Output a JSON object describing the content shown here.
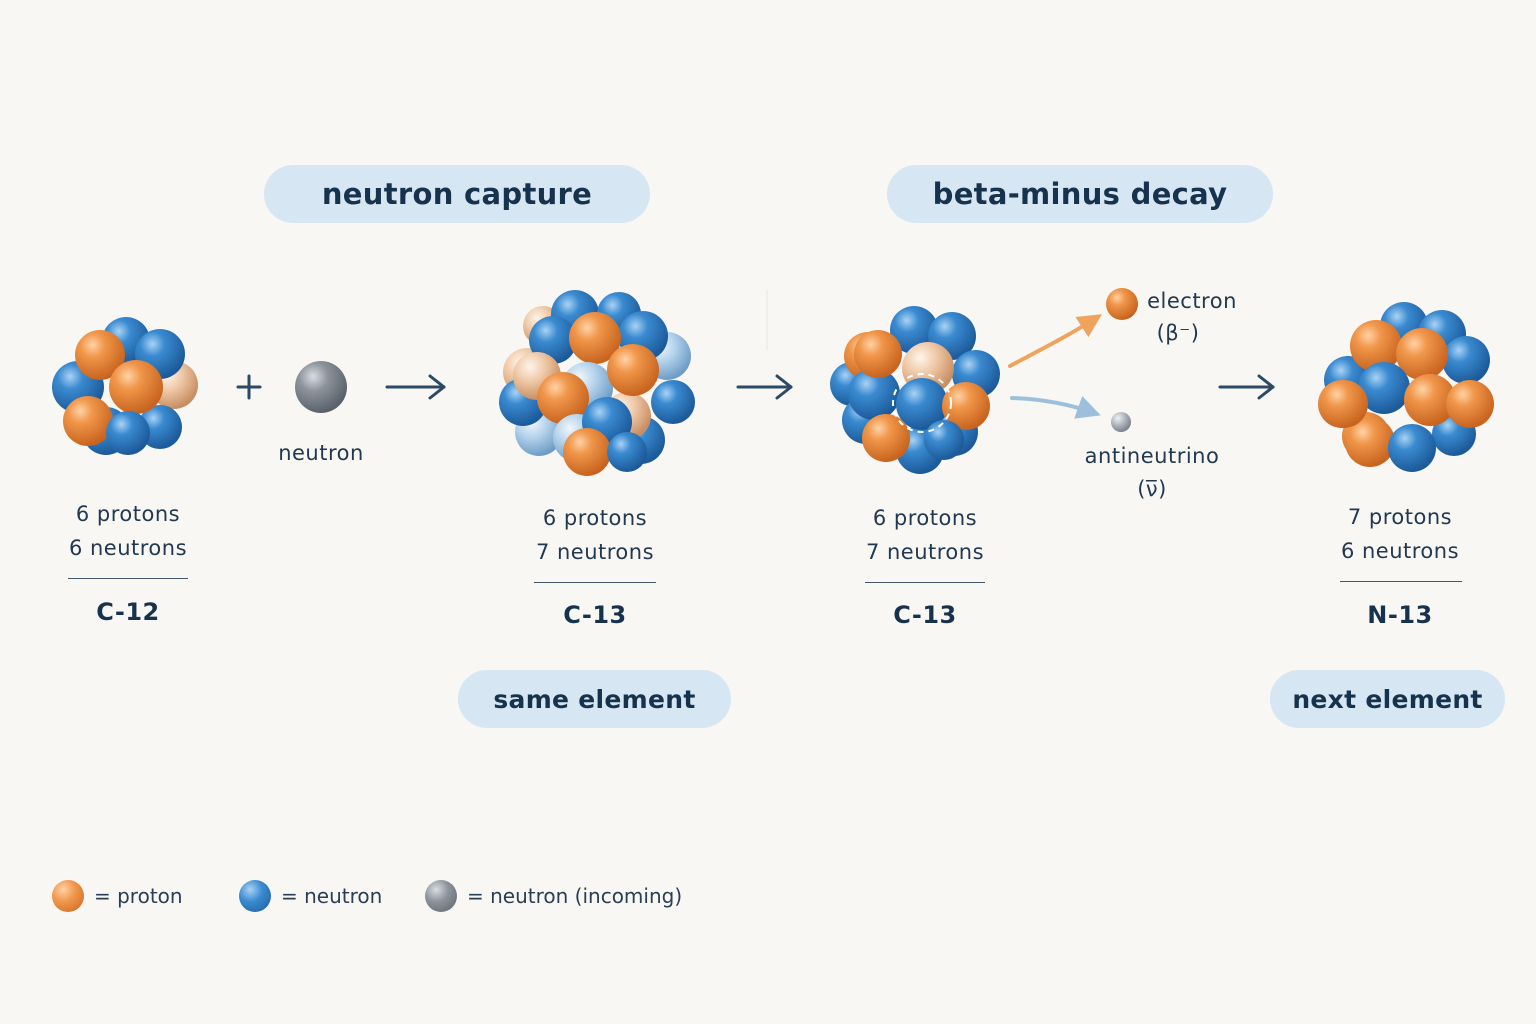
{
  "processes": {
    "capture_label": "neutron capture",
    "decay_label": "beta-minus decay"
  },
  "stages": [
    {
      "line1": "6  protons",
      "line2": "6  neutrons",
      "isotope": "C-12"
    },
    {
      "line1": "6  protons",
      "line2": "7  neutrons",
      "isotope": "C-13"
    },
    {
      "line1": "6  protons",
      "line2": "7  neutrons",
      "isotope": "C-13"
    },
    {
      "line1": "7  protons",
      "line2": "6  neutrons",
      "isotope": "N-13"
    }
  ],
  "operators": {
    "plus": "+"
  },
  "particles": {
    "neutron_label": "neutron",
    "electron_label": "electron",
    "electron_symbol": "(β⁻)",
    "antineutrino_label": "antineutrino",
    "antineutrino_symbol": "(ν̅)"
  },
  "outcomes": {
    "same": "same element",
    "next": "next element"
  },
  "legend": [
    {
      "text": "= proton",
      "kind": "proton"
    },
    {
      "text": "= neutron",
      "kind": "neutron"
    },
    {
      "text": "= neutron (incoming)",
      "kind": "incoming"
    }
  ],
  "colors": {
    "proton": "#e8873a",
    "neutron": "#2f7fc4",
    "incoming": "#8a9099",
    "arrow": "#2c4a66",
    "electron_arrow": "#f0a35e",
    "antineutrino_arrow": "#9dbfdc",
    "pill": "#d6e6f3"
  }
}
